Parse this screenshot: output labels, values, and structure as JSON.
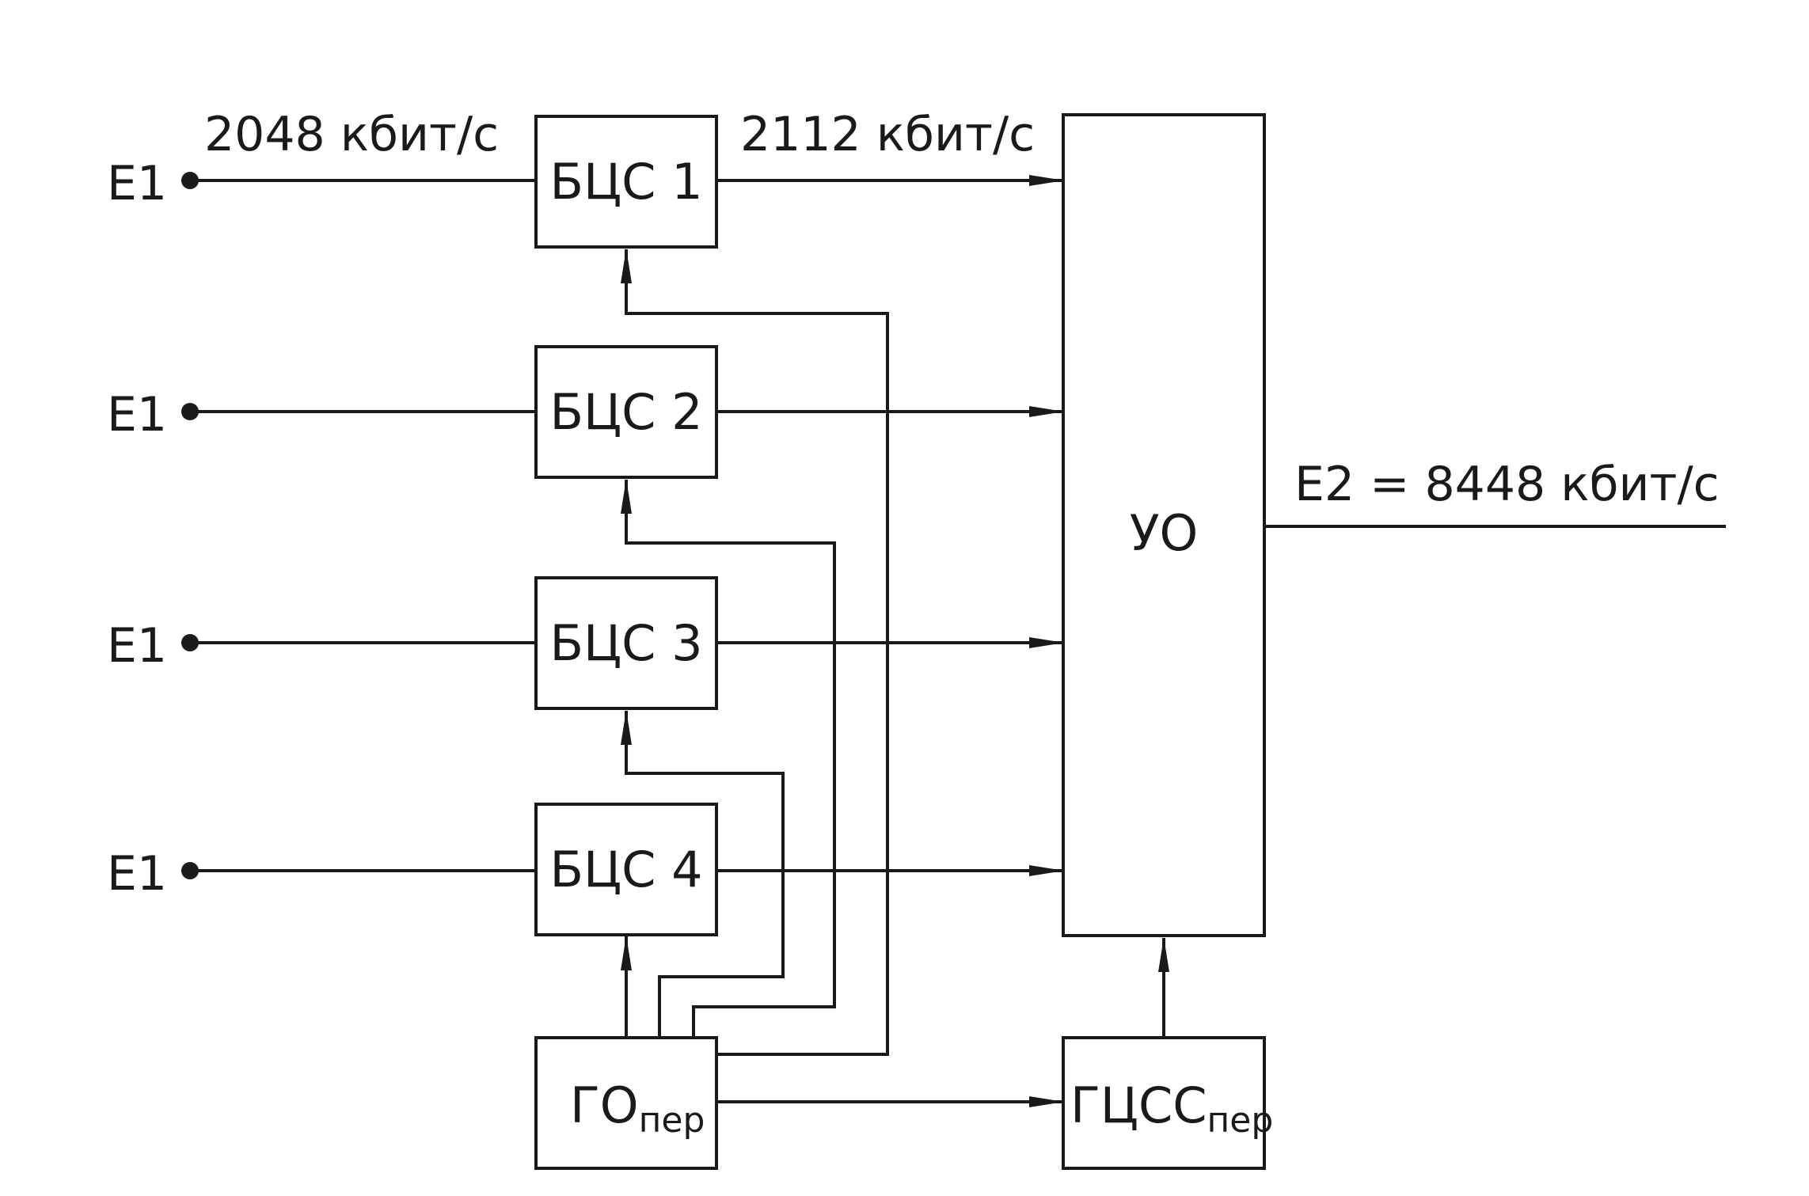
{
  "inputs": [
    {
      "label": "E1"
    },
    {
      "label": "E1"
    },
    {
      "label": "E1"
    },
    {
      "label": "E1"
    }
  ],
  "rates": {
    "input": "2048 кбит/с",
    "intermediate": "2112 кбит/с",
    "output": "E2 = 8448 кбит/с"
  },
  "blocks": {
    "bcs": [
      "БЦС 1",
      "БЦС 2",
      "БЦС 3",
      "БЦС 4"
    ],
    "uo": "УО",
    "go": {
      "main": "ГО",
      "sub": "пер"
    },
    "gcss": {
      "main": "ГЦСС",
      "sub": "пер"
    }
  },
  "colors": {
    "ink": "#1a1a1a",
    "background": "#ffffff"
  }
}
